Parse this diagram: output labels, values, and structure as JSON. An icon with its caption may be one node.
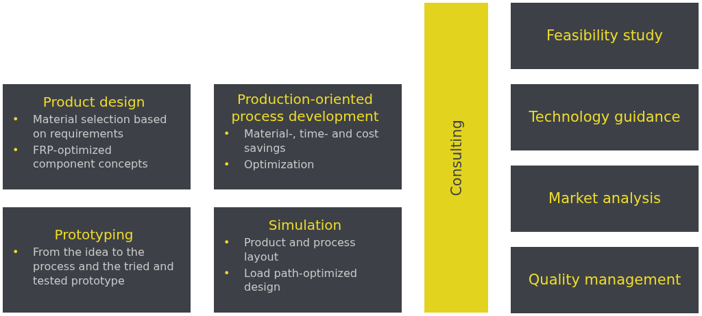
{
  "diagram": {
    "nodes": [
      {
        "text": [
          "Product design",
          "•",
          "Material selection based on requirements",
          "•",
          "FRP-optimized component concepts"
        ]
      },
      {
        "text": [
          "Production-oriented process development",
          "•",
          "Material-, time- and cost savings",
          "•",
          "Optimization"
        ]
      },
      {
        "text": [
          "Prototyping",
          "•",
          "From the idea to the process and the tried and tested prototype"
        ]
      },
      {
        "text": [
          "Simulation",
          "•",
          "Product and process layout",
          "•",
          "Load path-optimized design"
        ]
      },
      {
        "text": [
          "Consulting"
        ]
      },
      {
        "text": [
          "Feasibility study"
        ]
      },
      {
        "text": [
          "Technology guidance"
        ]
      },
      {
        "text": [
          "Market analysis"
        ]
      },
      {
        "text": [
          "Quality management"
        ]
      }
    ]
  }
}
